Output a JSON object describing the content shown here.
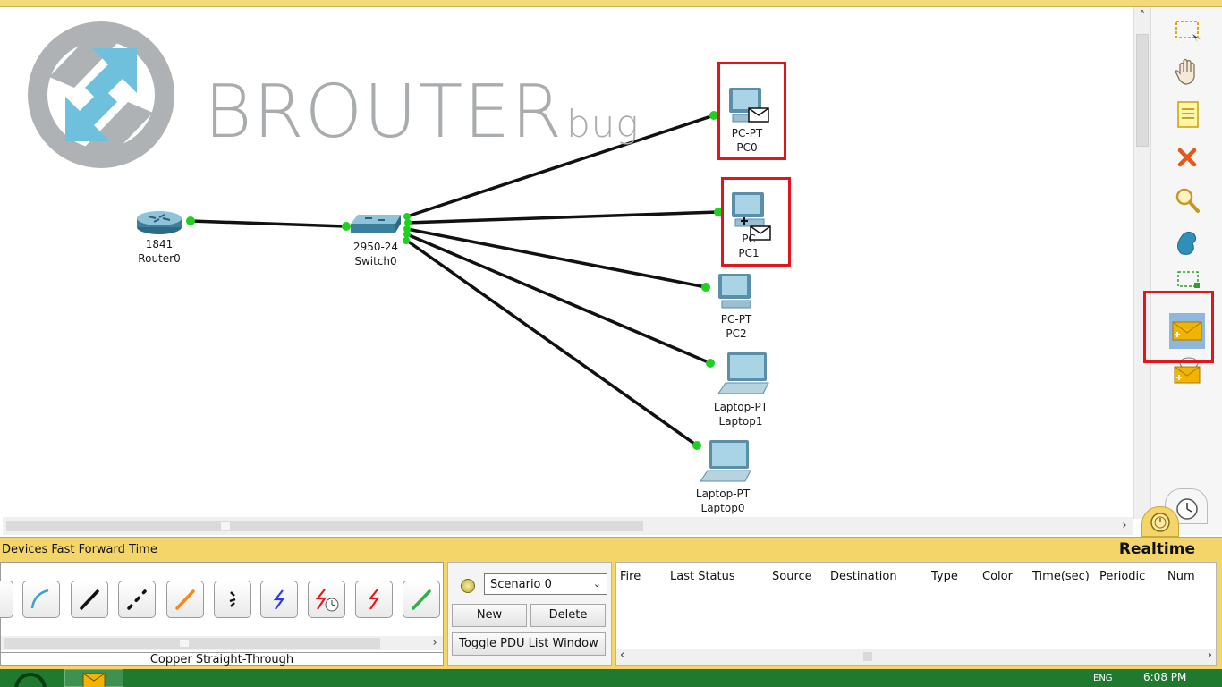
{
  "watermark": {
    "brand_main": "BROUTER",
    "brand_sub": "bug"
  },
  "devices": {
    "router0": {
      "model": "1841",
      "name": "Router0"
    },
    "switch0": {
      "model": "2950-24",
      "name": "Switch0"
    },
    "pc0": {
      "model": "PC-PT",
      "name": "PC0"
    },
    "pc1": {
      "model": "PC",
      "name": "PC1"
    },
    "pc2": {
      "model": "PC-PT",
      "name": "PC2"
    },
    "laptop1": {
      "model": "Laptop-PT",
      "name": "Laptop1"
    },
    "laptop0": {
      "model": "Laptop-PT",
      "name": "Laptop0"
    }
  },
  "status_bar": {
    "left_text": "Devices  Fast Forward Time",
    "mode": "Realtime"
  },
  "connections": {
    "selected_name": "Copper Straight-Through"
  },
  "scenario": {
    "selected": "Scenario 0",
    "new_label": "New",
    "delete_label": "Delete",
    "toggle_label": "Toggle PDU List Window"
  },
  "pdu_columns": [
    "Fire",
    "Last Status",
    "Source",
    "Destination",
    "Type",
    "Color",
    "Time(sec)",
    "Periodic",
    "Num"
  ],
  "taskbar": {
    "time": "6:08 PM",
    "lang": "ENG"
  },
  "colors": {
    "link_up": "#1fd11f",
    "highlight": "#e0161c",
    "status_bar": "#f4d56a",
    "taskbar": "#1f7a30"
  }
}
